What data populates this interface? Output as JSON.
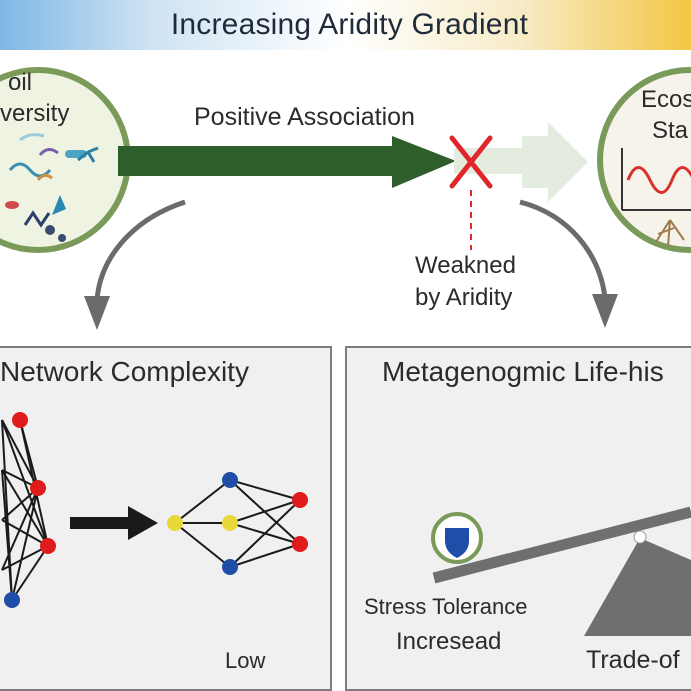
{
  "banner": {
    "title": "Increasing Aridity Gradient"
  },
  "top": {
    "association_label": "Positive Association",
    "soil_line1": "oil",
    "soil_line2": "versity",
    "eco_line1": "Ecos",
    "eco_line2": "Sta",
    "weakened_line1": "Weakned",
    "weakened_line2": "by Aridity"
  },
  "left_panel": {
    "title": "Network Complexity",
    "low_label": "Low"
  },
  "right_panel": {
    "title": "Metagenogmic Life-his",
    "stress_line1": "Stress Tolerance",
    "stress_line2": "Incresead",
    "tradeoff_label": "Trade-of"
  },
  "colors": {
    "arrow_green": "#2e5f2a",
    "arrow_faded": "#e4ecdf",
    "circle_border": "#7a9a5a",
    "circle_fill": "#eef3e2",
    "cross_red": "#e0262b",
    "node_red": "#e01b1b",
    "node_blue": "#1f4ea8",
    "node_yellow": "#e8d83a",
    "shield_blue": "#1f4ea8",
    "seesaw_gray": "#6f6f6f",
    "curve_red": "#d9302c"
  }
}
